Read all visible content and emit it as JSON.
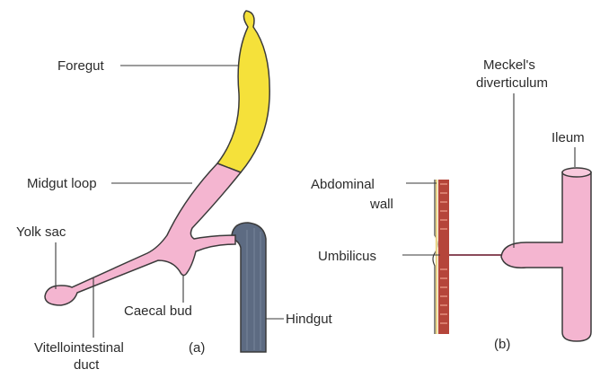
{
  "panel_a": {
    "labels": {
      "foregut": "Foregut",
      "midgut_loop": "Midgut loop",
      "yolk_sac": "Yolk sac",
      "caecal_bud": "Caecal bud",
      "hindgut": "Hindgut",
      "vitellointestinal_line1": "Vitellointestinal",
      "vitellointestinal_line2": "duct"
    },
    "caption": "(a)"
  },
  "panel_b": {
    "labels": {
      "meckels_line1": "Meckel's",
      "meckels_line2": "diverticulum",
      "ileum": "Ileum",
      "abdominal_line1": "Abdominal",
      "abdominal_line2": "wall",
      "umbilicus": "Umbilicus"
    },
    "caption": "(b)"
  },
  "colors": {
    "foregut": "#f5e13a",
    "midgut": "#f4b5d0",
    "hindgut": "#5d6b82",
    "outline": "#3a3a3a",
    "abdominal_wall": "#b5453a"
  }
}
